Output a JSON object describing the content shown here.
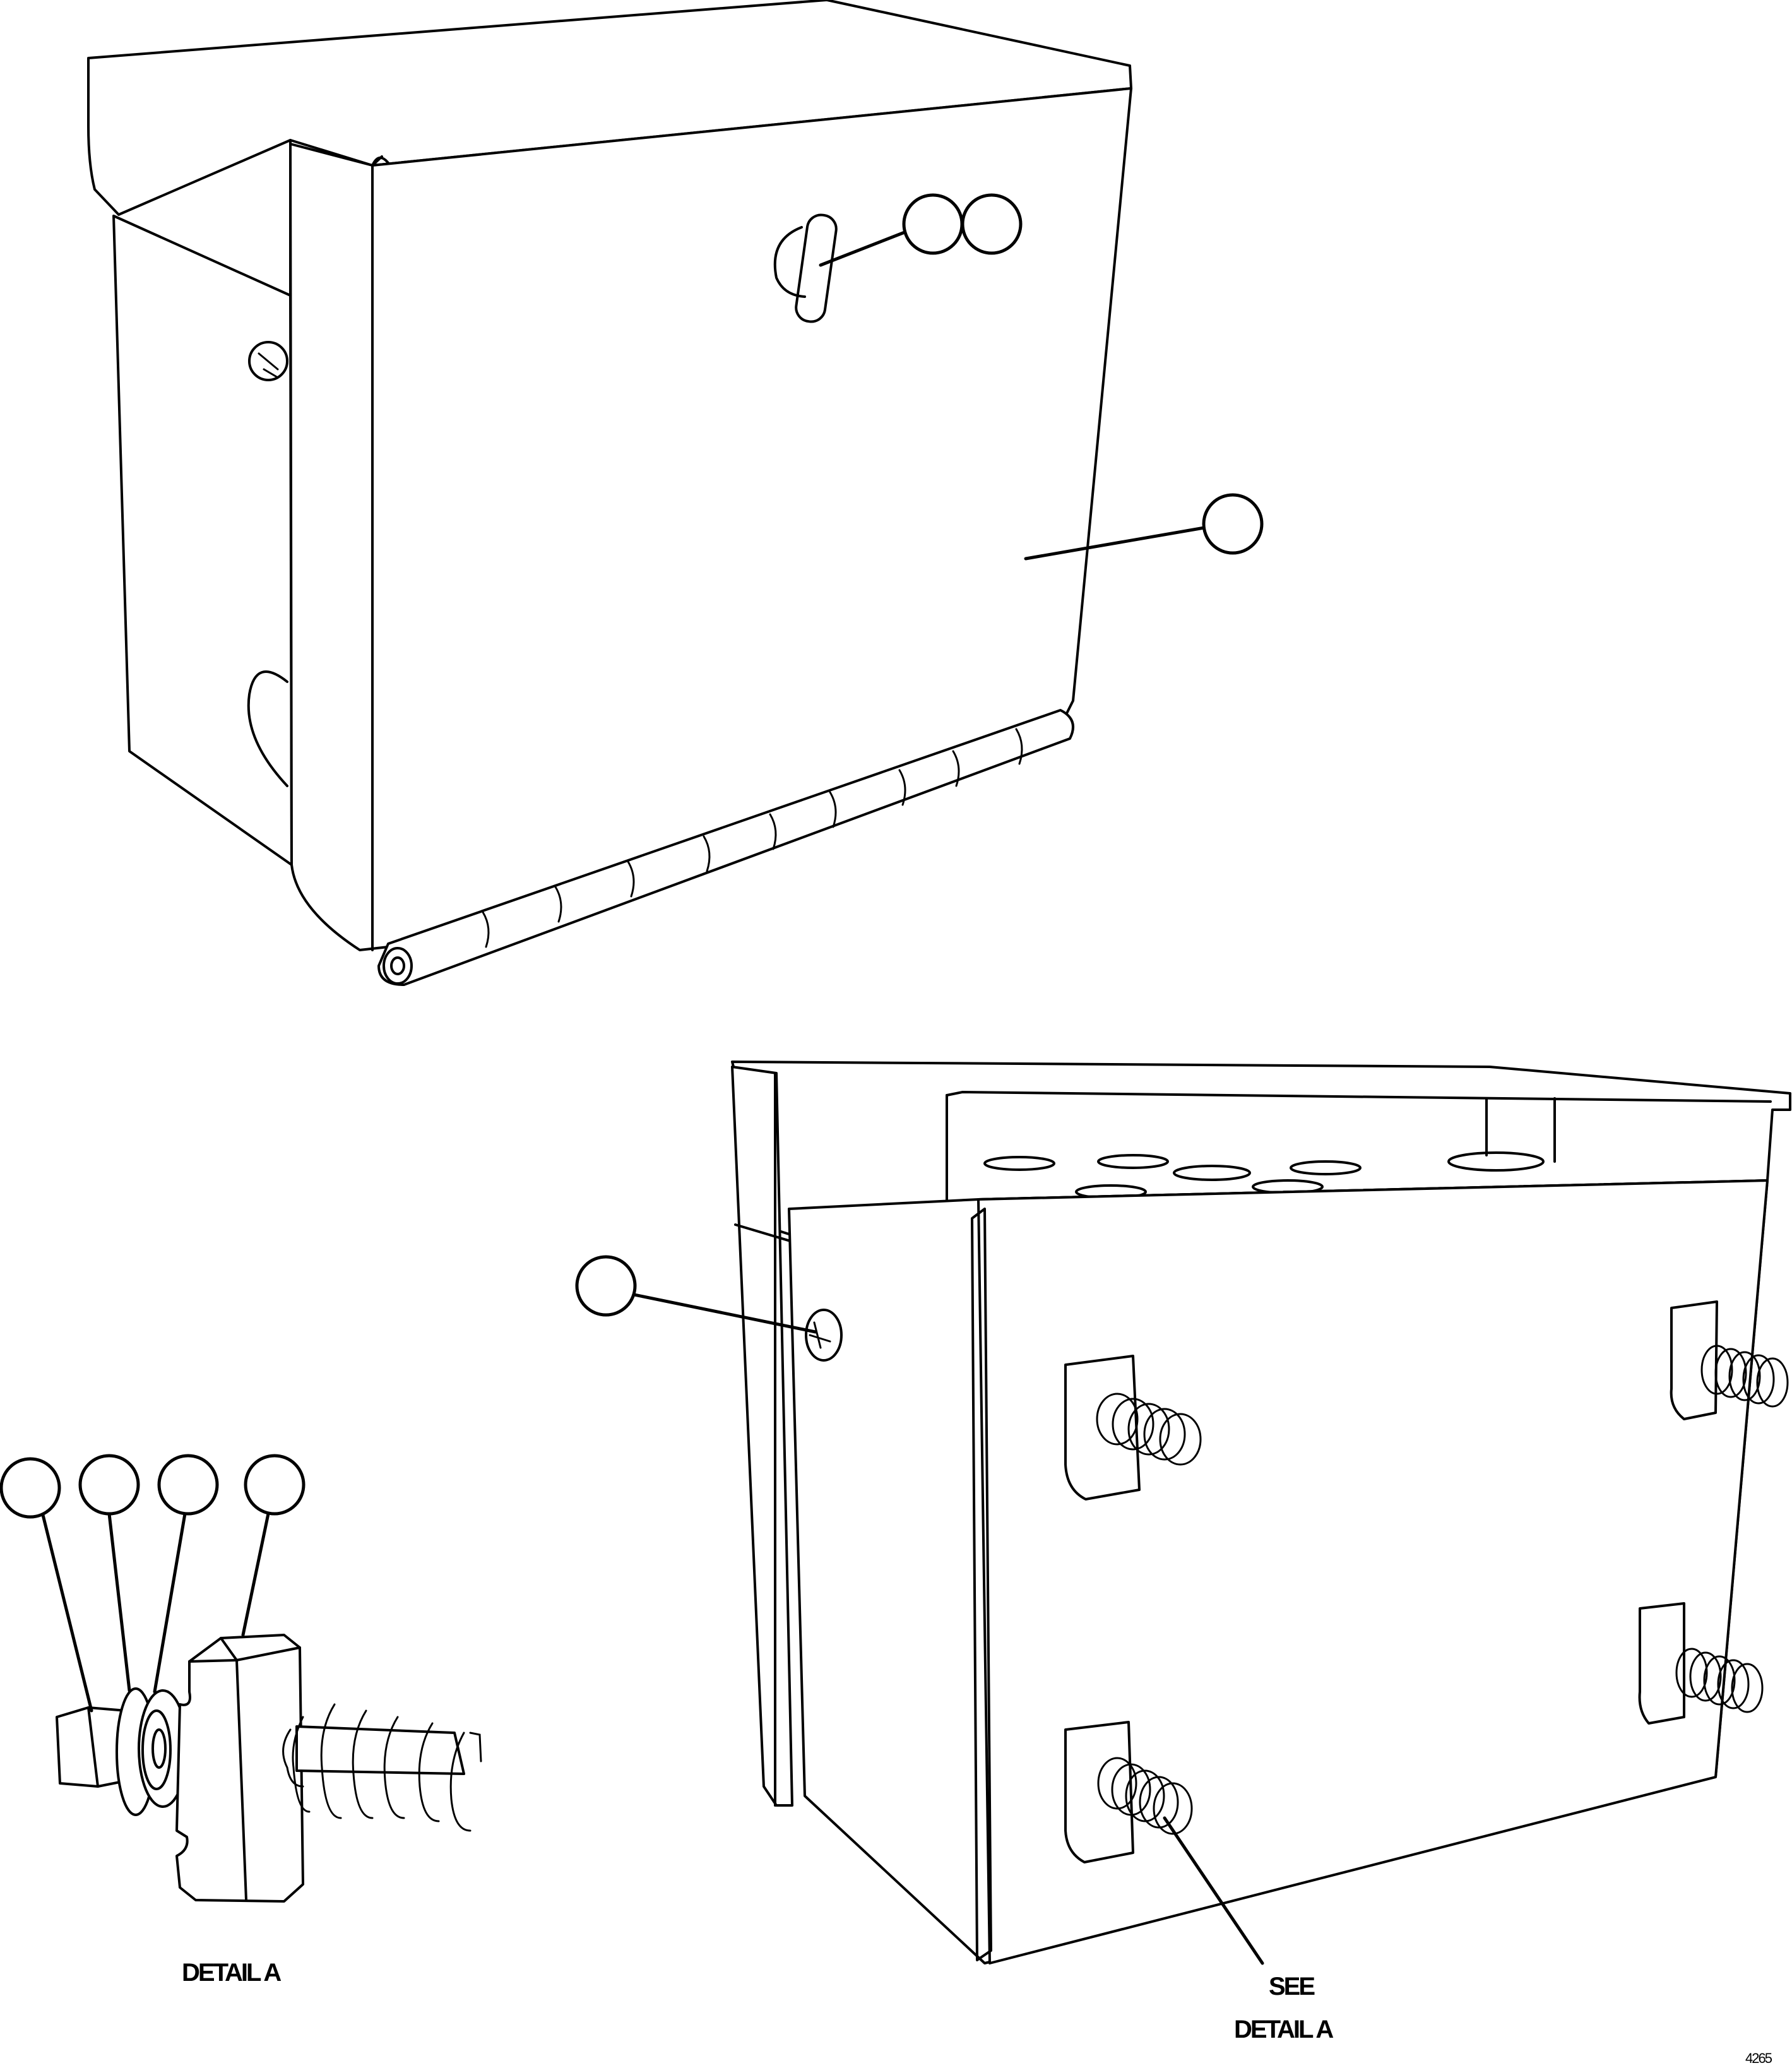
{
  "labels": {
    "detail_a": "DETAIL A",
    "see": "SEE",
    "see_detail": "DETAIL A",
    "figure_number": "4265"
  },
  "callouts": {
    "top_latch": [
      "",
      ""
    ],
    "top_cover": "",
    "bottom_screw": "",
    "detail_parts": [
      "",
      "",
      "",
      ""
    ]
  },
  "icons": {
    "callout": "circle-callout-icon",
    "spring": "coil-spring-icon"
  }
}
